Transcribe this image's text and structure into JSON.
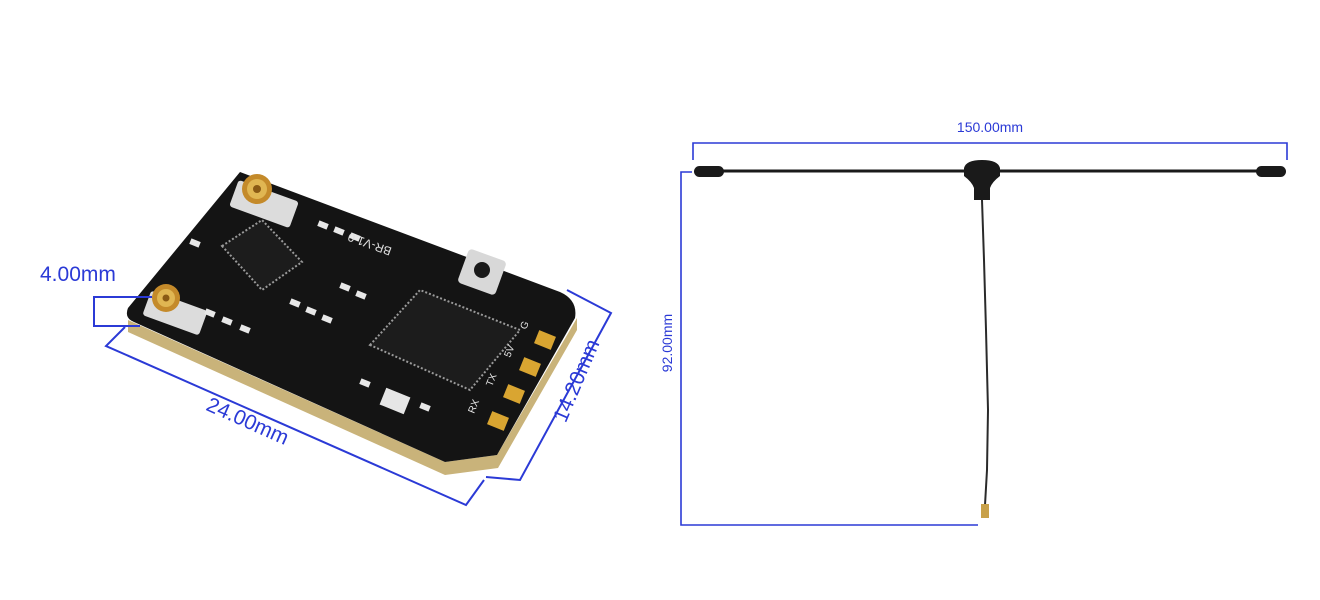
{
  "receiver": {
    "height_label": "4.00mm",
    "length_label": "24.00mm",
    "width_label": "14.20mm",
    "silkscreen_version": "BR-V1.0",
    "pin_labels": [
      "G",
      "5V",
      "TX",
      "RX"
    ]
  },
  "antenna": {
    "width_label": "150.00mm",
    "height_label": "92.00mm"
  },
  "colors": {
    "dimension_line": "#2b3ad6",
    "dimension_text": "#2b3ad6",
    "pcb": "#111111",
    "gold": "#d9a531",
    "antenna": "#1a1a1a"
  }
}
